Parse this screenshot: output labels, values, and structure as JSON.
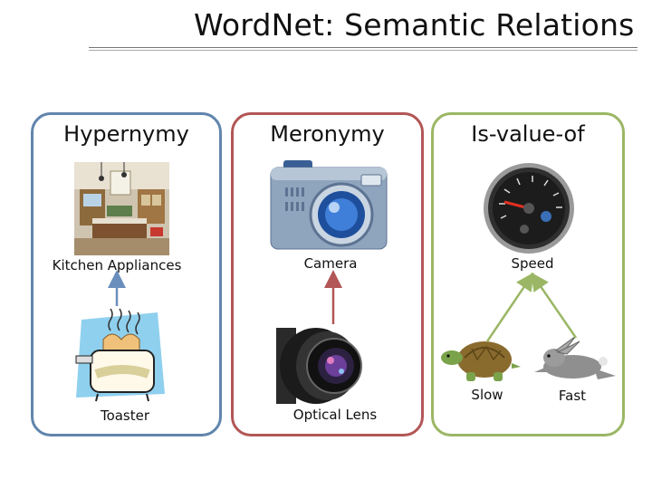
{
  "title": "WordNet: Semantic Relations",
  "panels": [
    {
      "heading": "Hypernymy",
      "top_label": "Kitchen Appliances",
      "bottom_label": "Toaster",
      "border_color": "#6185ad"
    },
    {
      "heading": "Meronymy",
      "top_label": "Camera",
      "bottom_label": "Optical Lens",
      "border_color": "#b35656"
    },
    {
      "heading": "Is-value-of",
      "top_label": "Speed",
      "bottom_labels": [
        "Slow",
        "Fast"
      ],
      "border_color": "#9bb765"
    }
  ],
  "icons": [
    "kitchen-photo",
    "toaster-icon",
    "camera-icon",
    "lens-icon",
    "speedometer-icon",
    "tortoise-icon",
    "rabbit-icon"
  ]
}
